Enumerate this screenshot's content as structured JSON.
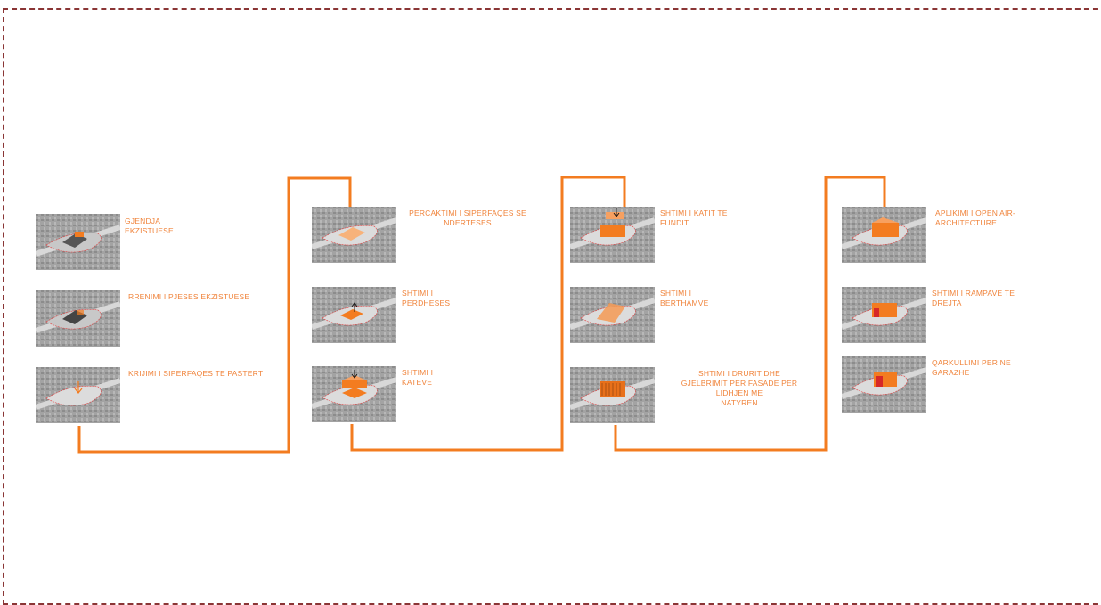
{
  "accent": "#f37c20",
  "frame_color": "#8a3535",
  "steps": [
    {
      "label": "GJENDJA\nEKZISTUESE",
      "icon": "site-existing-icon"
    },
    {
      "label": "RRENIMI I PJESES EKZISTUESE",
      "icon": "site-demolition-icon"
    },
    {
      "label": "KRIJIMI I SIPERFAQES TE PASTERT",
      "icon": "site-clean-icon"
    },
    {
      "label": "PERCAKTIMI I SIPERFAQES SE\nNDERTESES",
      "icon": "site-footprint-icon"
    },
    {
      "label": "SHTIMI I\nPERDHESES",
      "icon": "site-ground-floor-icon"
    },
    {
      "label": "SHTIMI I\nKATEVE",
      "icon": "site-floors-icon"
    },
    {
      "label": "SHTIMI I KATIT TE\nFUNDIT",
      "icon": "site-top-floor-icon"
    },
    {
      "label": "SHTIMI I\nBERTHAMVE",
      "icon": "site-cores-icon"
    },
    {
      "label": "SHTIMI I DRURIT DHE\nGJELBRIMIT PER FASADE PER\nLIDHJEN ME\nNATYREN",
      "icon": "site-facade-green-icon"
    },
    {
      "label": "APLIKIMI I OPEN AIR-\nARCHITECTURE",
      "icon": "site-open-air-icon"
    },
    {
      "label": "SHTIMI I RAMPAVE TE\nDREJTA",
      "icon": "site-ramps-icon"
    },
    {
      "label": "QARKULLIMI PER NE\nGARAZHE",
      "icon": "site-garage-icon"
    }
  ]
}
